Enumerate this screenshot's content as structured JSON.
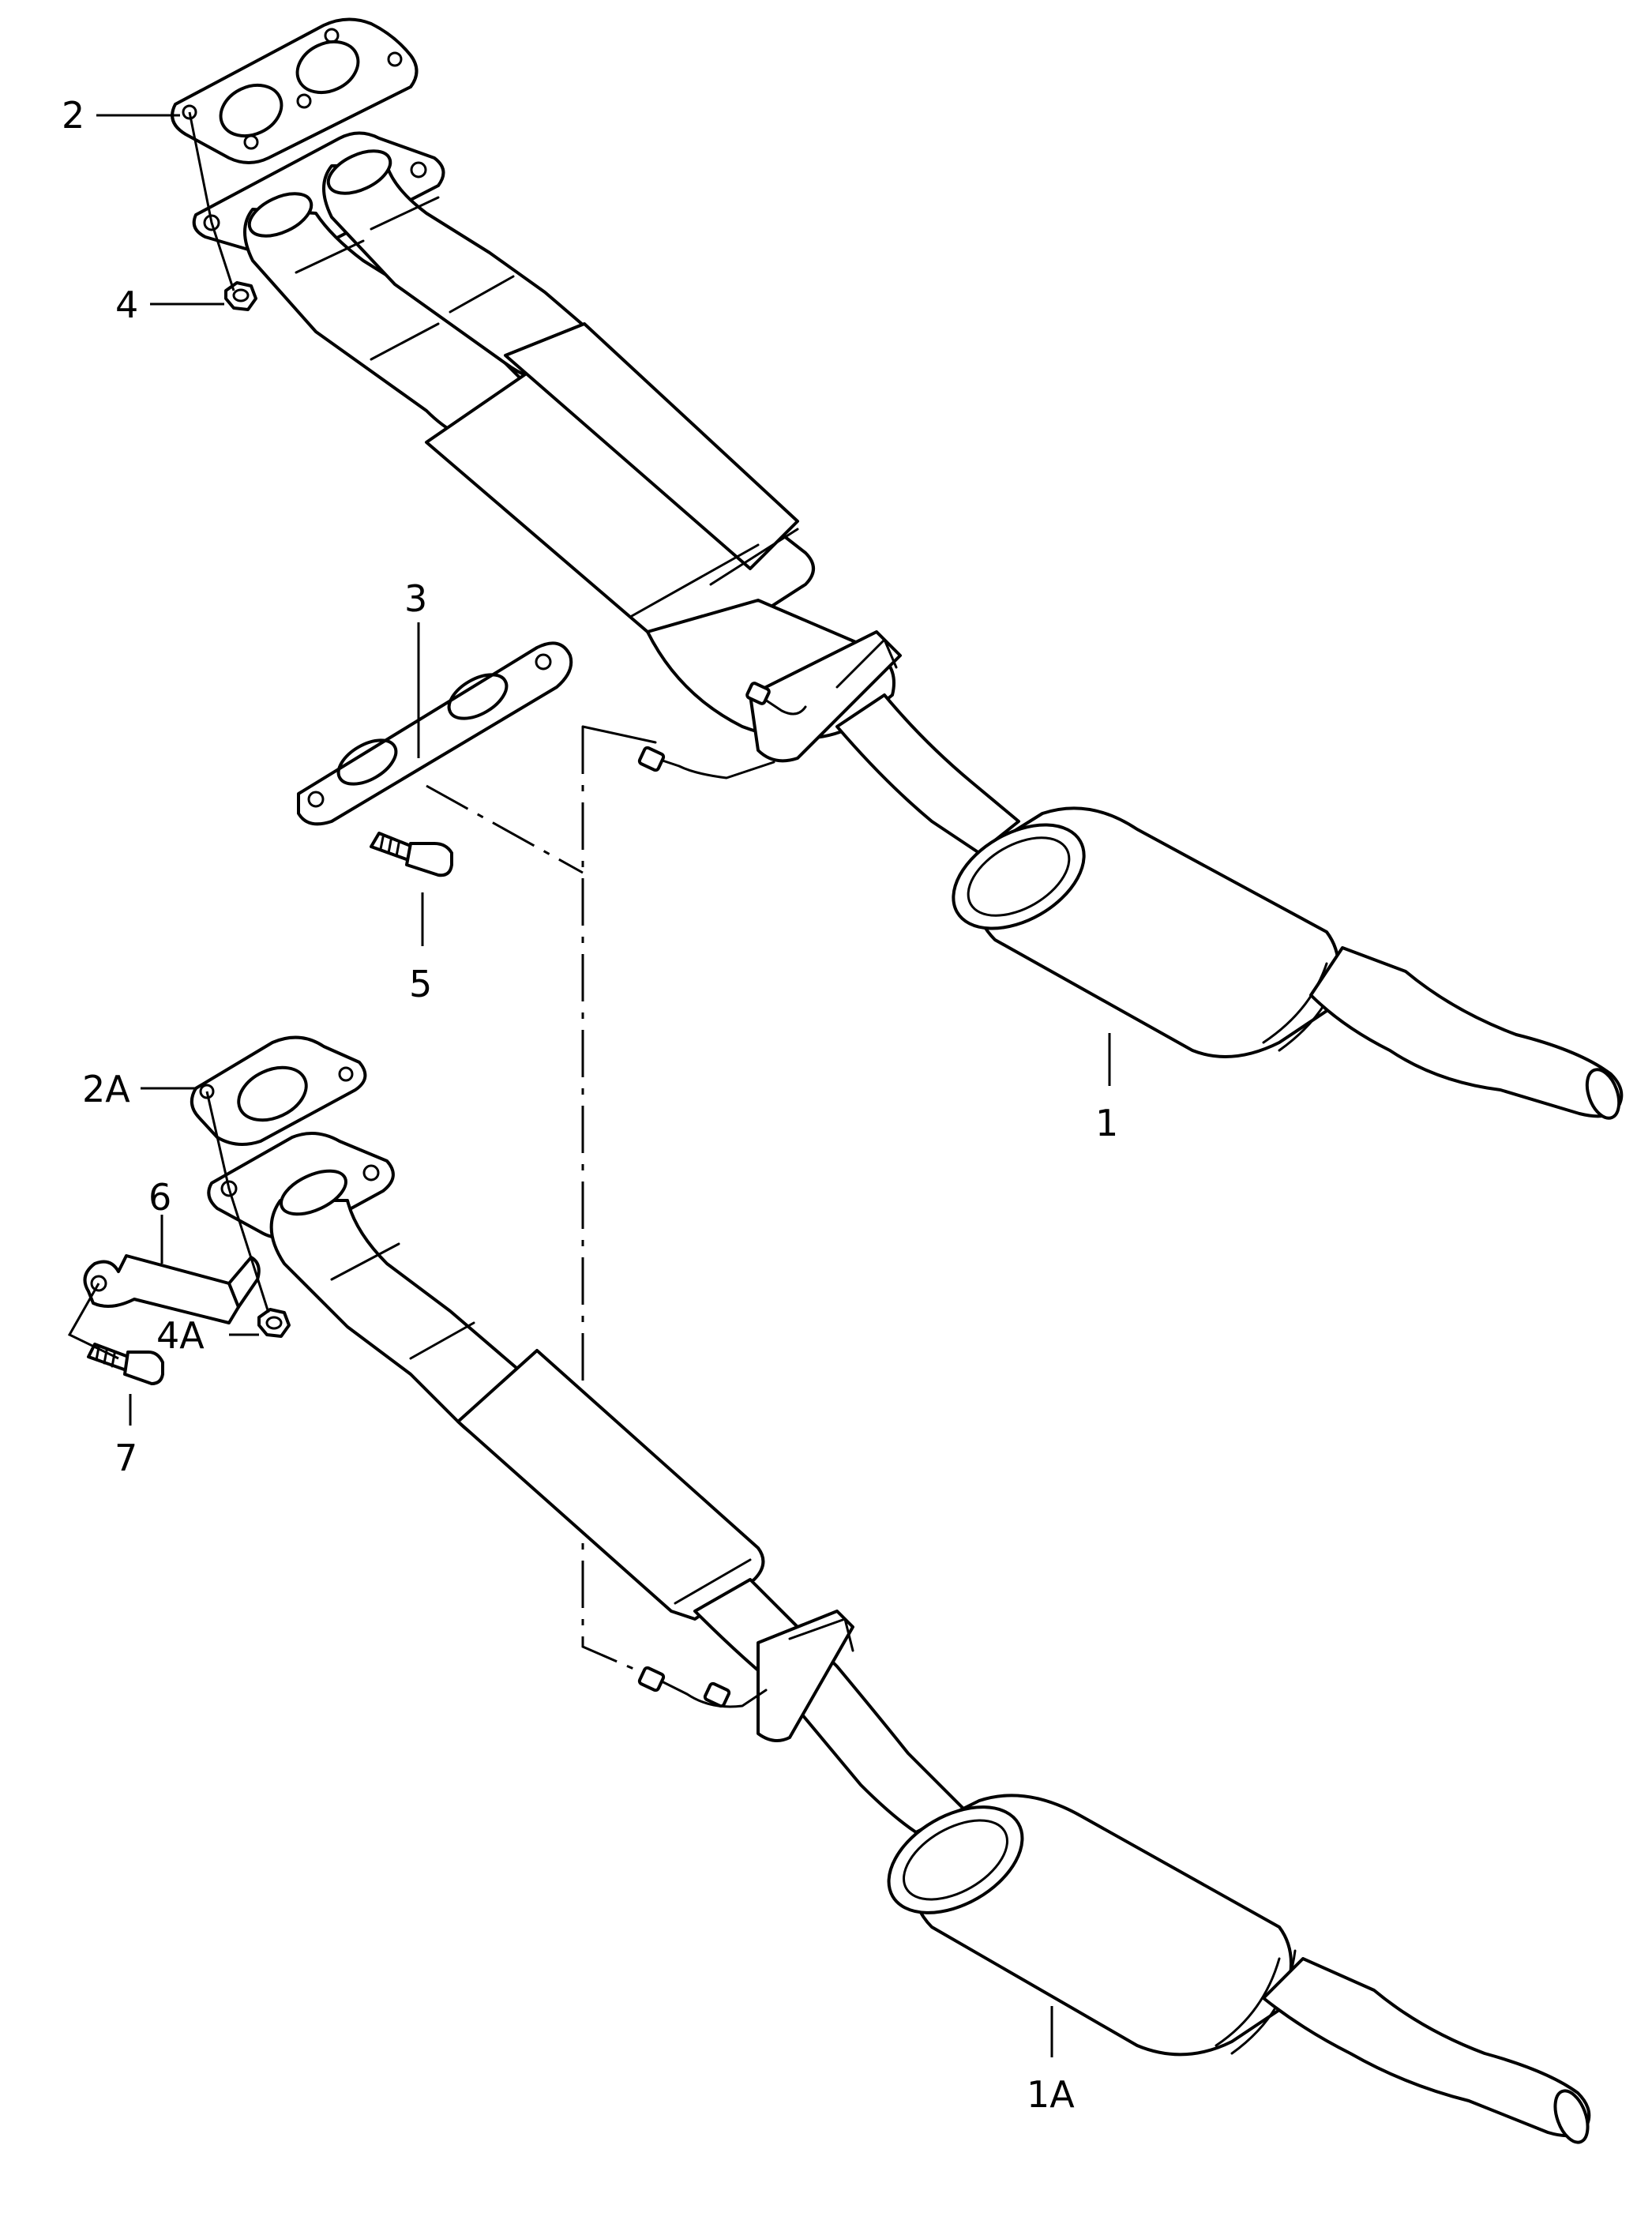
{
  "labels": {
    "part_1": "1",
    "part_1a": "1A",
    "part_2": "2",
    "part_2a": "2A",
    "part_3": "3",
    "part_4": "4",
    "part_4a": "4A",
    "part_5": "5",
    "part_6": "6",
    "part_7": "7"
  }
}
